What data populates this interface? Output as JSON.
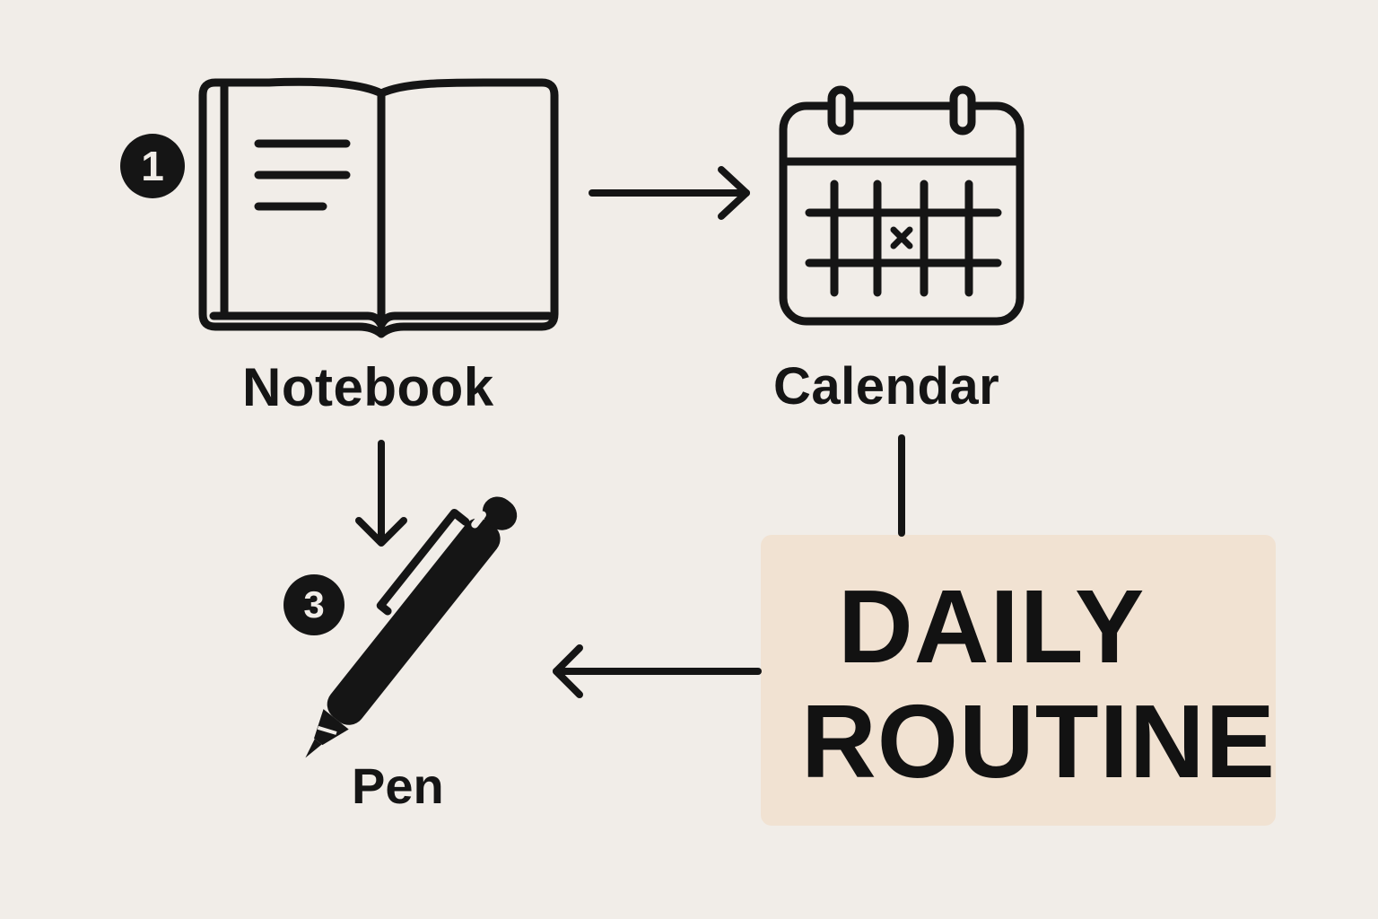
{
  "diagram": {
    "nodes": [
      {
        "id": "notebook",
        "label": "Notebook",
        "icon": "notebook-icon",
        "step": "1"
      },
      {
        "id": "calendar",
        "label": "Calendar",
        "icon": "calendar-icon"
      },
      {
        "id": "pen",
        "label": "Pen",
        "icon": "pen-icon",
        "step": "3"
      }
    ],
    "routine": {
      "line1": "DAILY",
      "line2": "ROUTINE",
      "box_color": "#f1e2d2"
    },
    "connections": [
      {
        "from": "notebook",
        "to": "calendar",
        "type": "arrow"
      },
      {
        "from": "notebook",
        "to": "pen",
        "type": "arrow"
      },
      {
        "from": "calendar",
        "to": "routine",
        "type": "line"
      },
      {
        "from": "routine",
        "to": "pen",
        "type": "arrow"
      }
    ]
  },
  "colors": {
    "background": "#f1ede8",
    "ink": "#151515",
    "highlight": "#f1e2d2"
  }
}
